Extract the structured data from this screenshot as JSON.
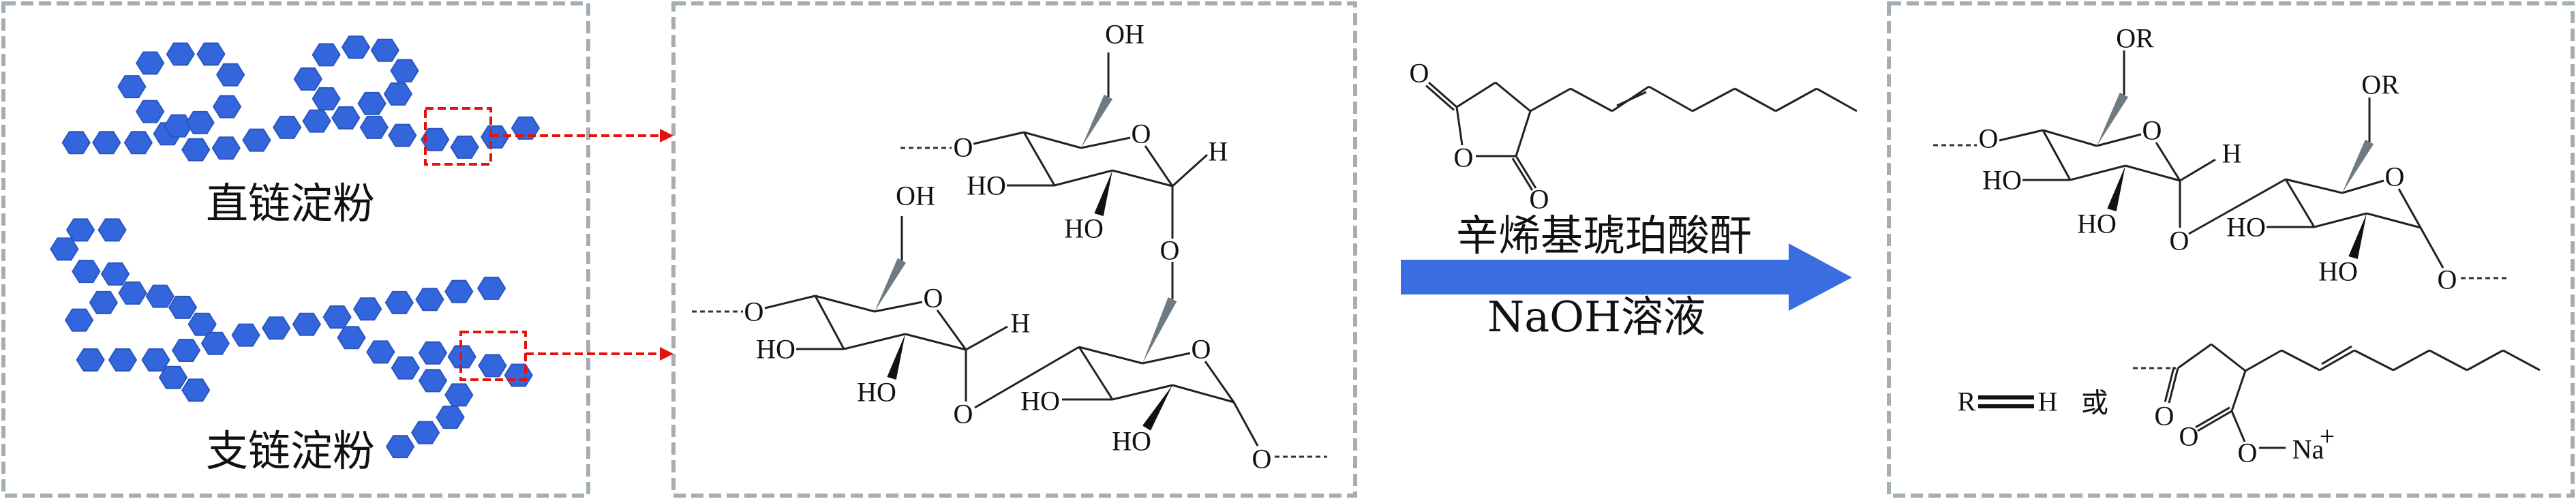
{
  "panel1": {
    "amylose_label": "直链淀粉",
    "amylopectin_label": "支链淀粉"
  },
  "panel2": {
    "atoms": {
      "O": "O",
      "OH": "OH",
      "HO": "HO",
      "H": "H"
    }
  },
  "reaction": {
    "reagent": "辛烯基琥珀酸酐",
    "condition": "NaOH溶液",
    "atoms": {
      "O": "O"
    }
  },
  "panel4": {
    "atoms": {
      "O": "O",
      "OR": "OR",
      "HO": "HO",
      "H": "H"
    },
    "r_definition": {
      "R": "R",
      "H": "H",
      "or": "或",
      "Na": "Na",
      "plus": "+"
    }
  },
  "colors": {
    "glucose_unit": "#3366dd",
    "glucose_unit_edge": "#2a55c0",
    "highlight": "#e3120b",
    "arrow": "#3a6ee0",
    "panel_border": "#a4aeb3",
    "wedge_gray": "#6f7b82"
  }
}
